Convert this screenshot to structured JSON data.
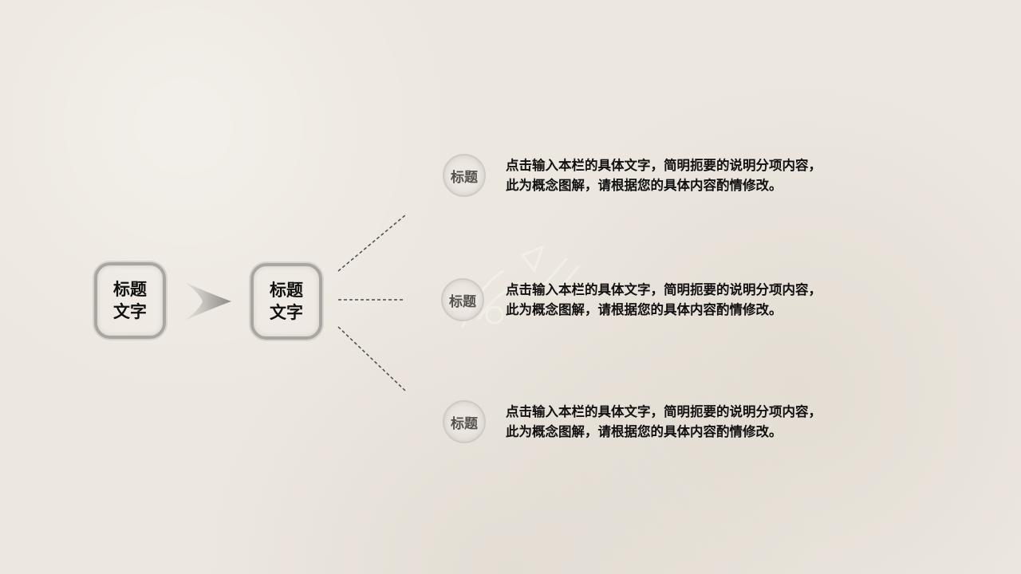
{
  "diagram": {
    "source_box": {
      "label_line1": "标题",
      "label_line2": "文字"
    },
    "hub_box": {
      "label_line1": "标题",
      "label_line2": "文字"
    },
    "items": [
      {
        "badge": "标题",
        "line1": "点击输入本栏的具体文字，简明扼要的说明分项内容，",
        "line2": "此为概念图解，请根据您的具体内容酌情修改。"
      },
      {
        "badge": "标题",
        "line1": "点击输入本栏的具体文字，简明扼要的说明分项内容，",
        "line2": "此为概念图解，请根据您的具体内容酌情修改。"
      },
      {
        "badge": "标题",
        "line1": "点击输入本栏的具体文字，简明扼要的说明分项内容，",
        "line2": "此为概念图解，请根据您的具体内容酌情修改。"
      }
    ]
  },
  "colors": {
    "background": "#ece7df",
    "text": "#111111",
    "box_border": "#a9a5a0",
    "badge_text": "#55524e",
    "connector": "#4a4a4a"
  },
  "icons": {
    "arrow": "chevron-right-icon",
    "watermark": "logo-watermark"
  }
}
